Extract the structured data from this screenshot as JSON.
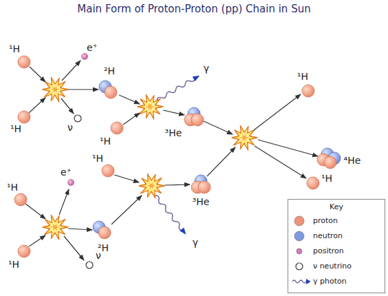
{
  "diagram": {
    "title": "Main Form of Proton-Proton (pp) Chain in Sun",
    "nodes": [
      {
        "text": [
          "¹H"
        ]
      },
      {
        "text": [
          "e⁺"
        ]
      },
      {
        "text": [
          "²H"
        ]
      },
      {
        "text": [
          "¹H"
        ]
      },
      {
        "text": [
          "³He"
        ]
      },
      {
        "text": [
          "¹H"
        ]
      },
      {
        "text": [
          "⁴He"
        ]
      },
      {
        "text": [
          "¹H"
        ]
      },
      {
        "text": [
          "ν"
        ]
      },
      {
        "text": [
          "¹H"
        ]
      },
      {
        "text": [
          "¹H"
        ]
      },
      {
        "text": [
          "e⁺"
        ]
      },
      {
        "text": [
          "¹H"
        ]
      },
      {
        "text": [
          "²H"
        ]
      },
      {
        "text": [
          "³He"
        ]
      },
      {
        "text": [
          "¹H"
        ]
      },
      {
        "text": [
          "ν"
        ]
      }
    ],
    "labels": [
      "γ",
      "γ",
      "Key"
    ],
    "legend": [
      {
        "text": "proton",
        "color": "#f0937a"
      },
      {
        "text": "neutron",
        "color": "#7d9be3"
      },
      {
        "text": "positron",
        "color": "#d77bb7"
      },
      {
        "text": "ν neutrino"
      },
      {
        "text": "γ photon"
      }
    ]
  }
}
